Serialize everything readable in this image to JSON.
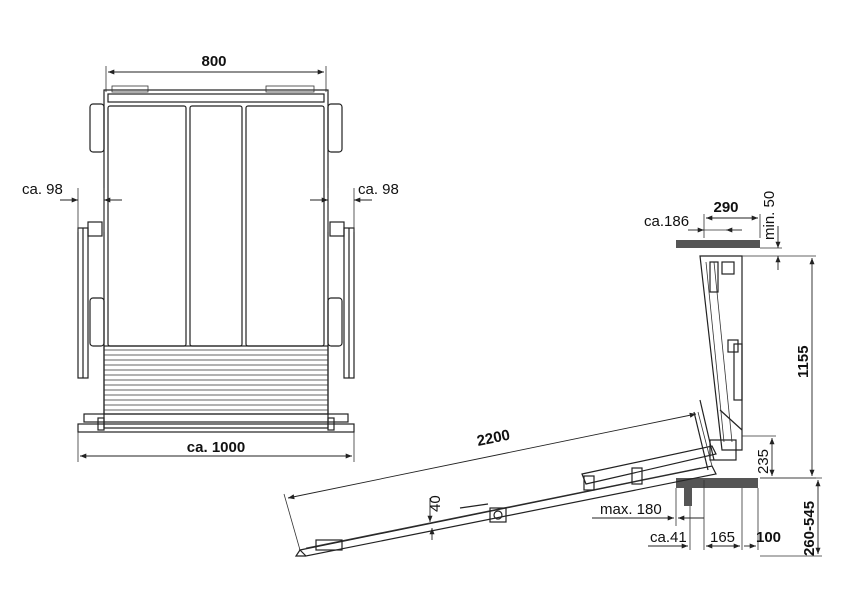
{
  "front_view": {
    "width_top": "800",
    "width_bottom": "ca. 1000",
    "side_left": "ca. 98",
    "side_right": "ca. 98"
  },
  "side_view": {
    "depth_top": "290",
    "offset_top": "ca.186",
    "clearance_min": "min. 50",
    "height_total": "1155",
    "platform_length": "2200",
    "platform_thickness": "40",
    "step_height": "235",
    "floor_height": "260-545",
    "reach_max": "max. 180",
    "offset_bottom": "ca.41",
    "depth_165": "165",
    "depth_100": "100"
  }
}
